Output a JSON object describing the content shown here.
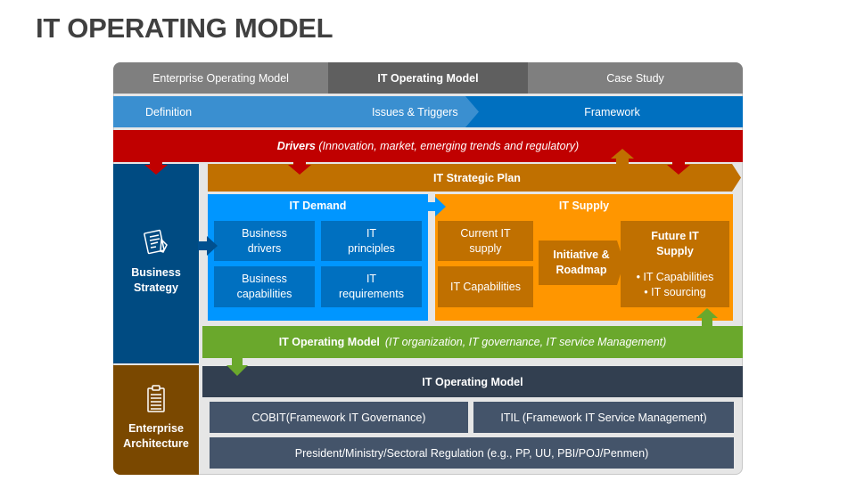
{
  "title": "IT OPERATING MODEL",
  "tabs": [
    {
      "label": "Enterprise Operating Model",
      "active": false
    },
    {
      "label": "IT Operating Model",
      "active": true
    },
    {
      "label": "Case Study",
      "active": false
    }
  ],
  "sections": [
    {
      "label": "Definition"
    },
    {
      "label": "Issues & Triggers"
    },
    {
      "label": "Framework"
    }
  ],
  "drivers": {
    "bold": "Drivers",
    "detail": " (Innovation, market, emerging trends and regulatory)"
  },
  "business_strategy": {
    "line1": "Business",
    "line2": "Strategy",
    "icon": "document-pencil-icon"
  },
  "enterprise_architecture": {
    "line1": "Enterprise",
    "line2": "Architecture",
    "icon": "clipboard-checklist-icon"
  },
  "strategic_plan": {
    "label": "IT Strategic Plan"
  },
  "it_demand": {
    "title": "IT Demand",
    "cells": [
      {
        "line1": "Business",
        "line2": "drivers"
      },
      {
        "line1": "IT",
        "line2": "principles"
      },
      {
        "line1": "Business",
        "line2": "capabilities"
      },
      {
        "line1": "IT",
        "line2": "requirements"
      }
    ]
  },
  "it_supply": {
    "title": "IT Supply",
    "current": {
      "line1": "Current IT",
      "line2": "supply"
    },
    "capabilities": "IT Capabilities",
    "roadmap": {
      "line1": "Initiative &",
      "line2": "Roadmap"
    },
    "future": {
      "line1": "Future IT",
      "line2": "Supply",
      "bullets": [
        "• IT Capabilities",
        "• IT sourcing"
      ]
    }
  },
  "operating_model_bar": {
    "bold": "IT Operating Model",
    "detail": "(IT organization, IT governance, IT service Management)"
  },
  "operating_model_block": {
    "title": "IT Operating Model",
    "cobit": "COBIT(Framework IT Governance)",
    "itil": "ITIL (Framework IT Service Management)",
    "regulation": "President/Ministry/Sectoral Regulation (e.g., PP, UU, PBI/POJ/Penmen)"
  },
  "colors": {
    "tab_active": "#5f5f5f",
    "tab_inactive": "#7f7f7f",
    "nav_blue": "#0070c0",
    "drivers_red": "#c00000",
    "strategy_navy": "#004b82",
    "architecture_brown": "#7a4800",
    "strategic_plan_orange": "#c07000",
    "demand_blue": "#0096ff",
    "supply_orange": "#ff9600",
    "operating_green": "#6aa82c",
    "operating_dark": "#323f50",
    "framework_slate": "#44546a"
  }
}
